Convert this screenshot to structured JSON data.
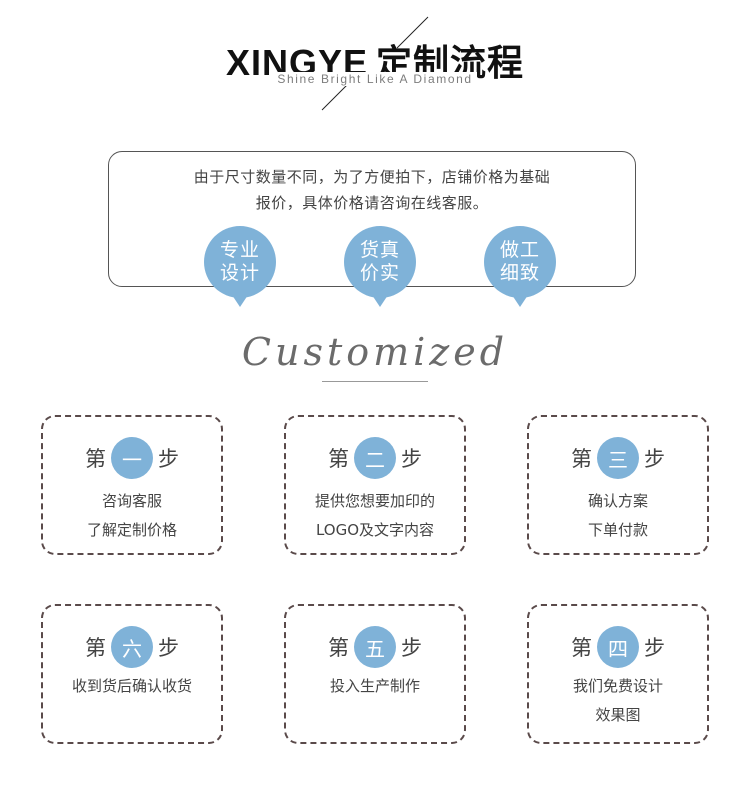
{
  "header": {
    "title_en": "XINGYE",
    "title_cn": "定制流程",
    "tagline": "Shine Bright Like A Diamond"
  },
  "intro": {
    "line1": "由于尺寸数量不同，为了方便拍下，店铺价格为基础",
    "line2": "报价，具体价格请咨询在线客服。",
    "badges": [
      {
        "line1": "专业",
        "line2": "设计"
      },
      {
        "line1": "货真",
        "line2": "价实"
      },
      {
        "line1": "做工",
        "line2": "细致"
      }
    ]
  },
  "section_title": "Customized",
  "step_word_left": "第",
  "step_word_right": "步",
  "steps": [
    {
      "num": "一",
      "line1": "咨询客服",
      "line2": "了解定制价格"
    },
    {
      "num": "二",
      "line1": "提供您想要加印的",
      "line2": "LOGO及文字内容"
    },
    {
      "num": "三",
      "line1": "确认方案",
      "line2": "下单付款"
    },
    {
      "num": "六",
      "line1": "收到货后确认收货",
      "line2": ""
    },
    {
      "num": "五",
      "line1": "投入生产制作",
      "line2": ""
    },
    {
      "num": "四",
      "line1": "我们免费设计",
      "line2": "效果图"
    }
  ],
  "colors": {
    "accent": "#7fb2d8",
    "card_border": "#5a4a4a",
    "text": "#444444"
  }
}
